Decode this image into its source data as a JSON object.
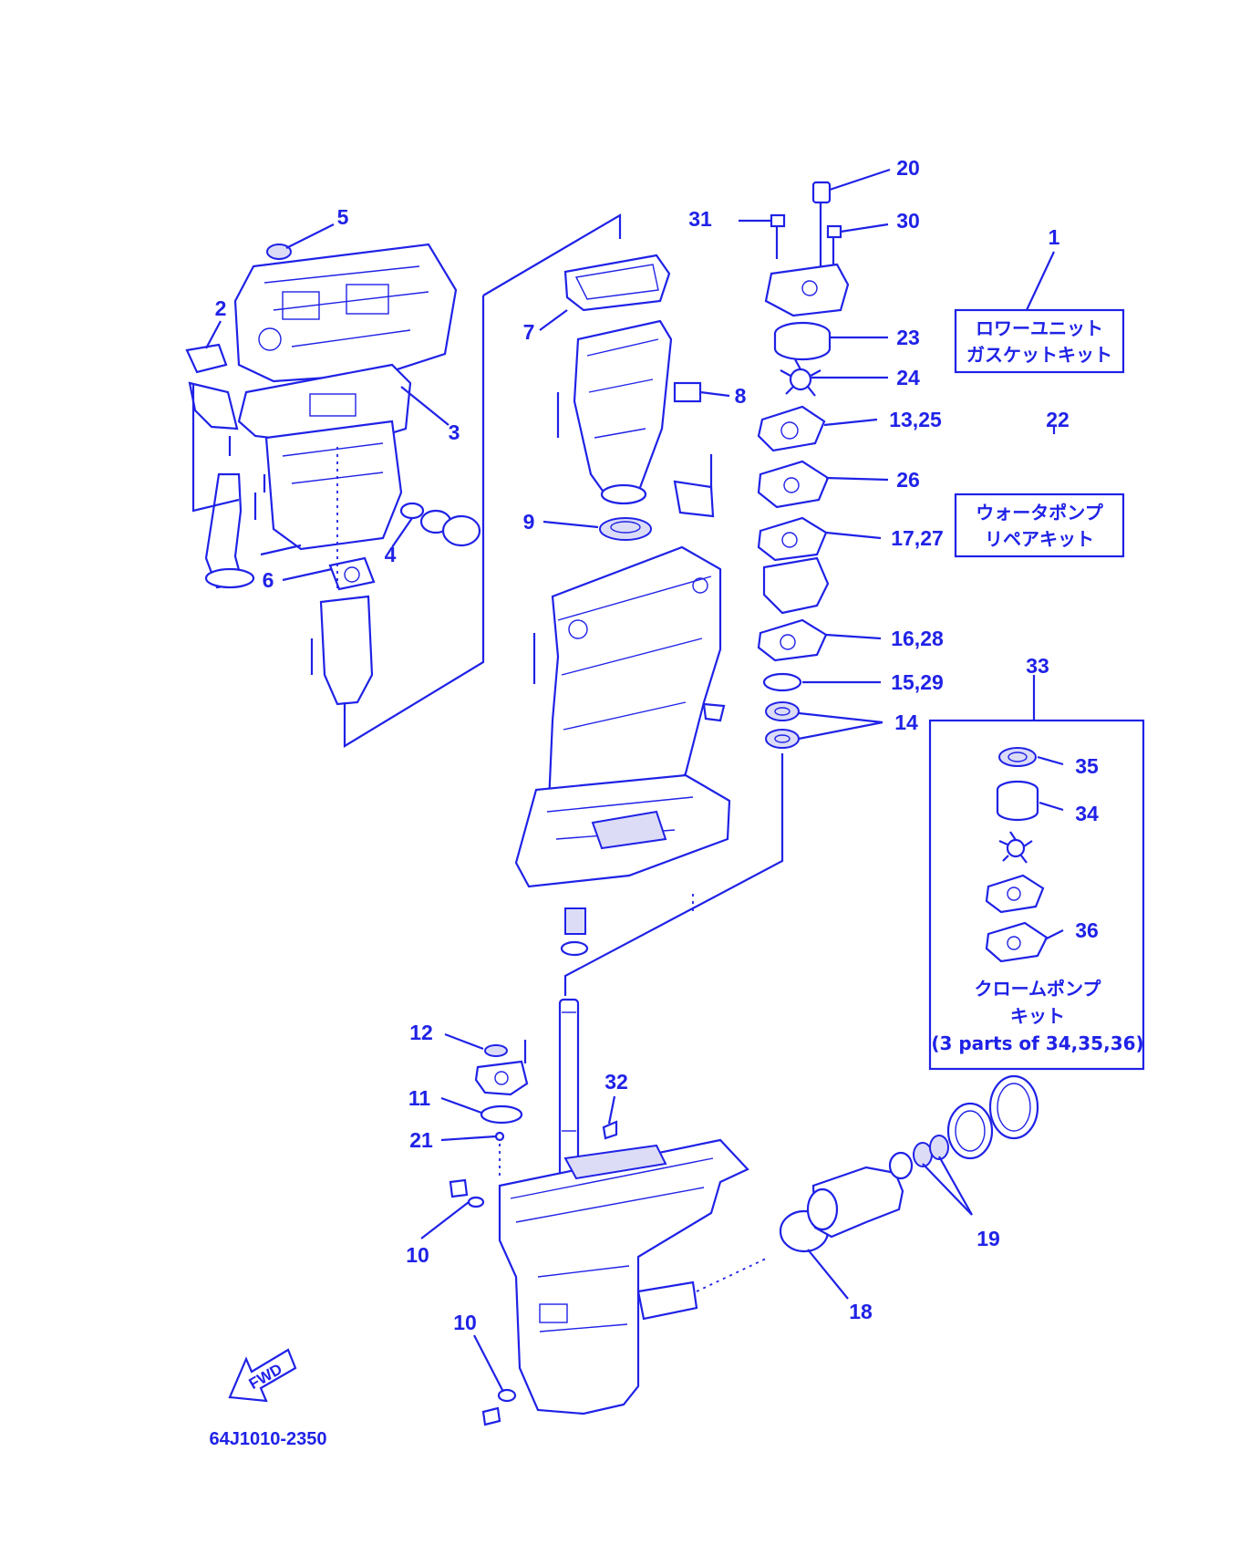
{
  "diagram": {
    "callouts": [
      {
        "id": "c1",
        "text": "1"
      },
      {
        "id": "c2",
        "text": "2"
      },
      {
        "id": "c3",
        "text": "3"
      },
      {
        "id": "c4",
        "text": "4"
      },
      {
        "id": "c5",
        "text": "5"
      },
      {
        "id": "c6",
        "text": "6"
      },
      {
        "id": "c7",
        "text": "7"
      },
      {
        "id": "c8",
        "text": "8"
      },
      {
        "id": "c9",
        "text": "9"
      },
      {
        "id": "c10a",
        "text": "10"
      },
      {
        "id": "c10b",
        "text": "10"
      },
      {
        "id": "c11",
        "text": "11"
      },
      {
        "id": "c12",
        "text": "12"
      },
      {
        "id": "c13",
        "text": "13,25"
      },
      {
        "id": "c14",
        "text": "14"
      },
      {
        "id": "c15",
        "text": "15,29"
      },
      {
        "id": "c16",
        "text": "16,28"
      },
      {
        "id": "c17",
        "text": "17,27"
      },
      {
        "id": "c18",
        "text": "18"
      },
      {
        "id": "c19",
        "text": "19"
      },
      {
        "id": "c20",
        "text": "20"
      },
      {
        "id": "c21",
        "text": "21"
      },
      {
        "id": "c22",
        "text": "22"
      },
      {
        "id": "c23",
        "text": "23"
      },
      {
        "id": "c24",
        "text": "24"
      },
      {
        "id": "c26",
        "text": "26"
      },
      {
        "id": "c30",
        "text": "30"
      },
      {
        "id": "c31",
        "text": "31"
      },
      {
        "id": "c32",
        "text": "32"
      },
      {
        "id": "c33",
        "text": "33"
      },
      {
        "id": "c34",
        "text": "34"
      },
      {
        "id": "c35",
        "text": "35"
      },
      {
        "id": "c36",
        "text": "36"
      }
    ],
    "boxes": {
      "gasket_kit": [
        "ロワーユニット",
        "ガスケットキット"
      ],
      "water_pump_kit": [
        "ウォータポンプ",
        "リペアキット"
      ],
      "chrome_pump_kit": [
        "クロームポンプ",
        "キット",
        "(3 parts of 34,35,36)"
      ]
    },
    "fwd_label": "FWD",
    "drawing_code": "64J1010-2350",
    "colors": {
      "ink": "#1f22e6",
      "background": "#ffffff"
    }
  }
}
